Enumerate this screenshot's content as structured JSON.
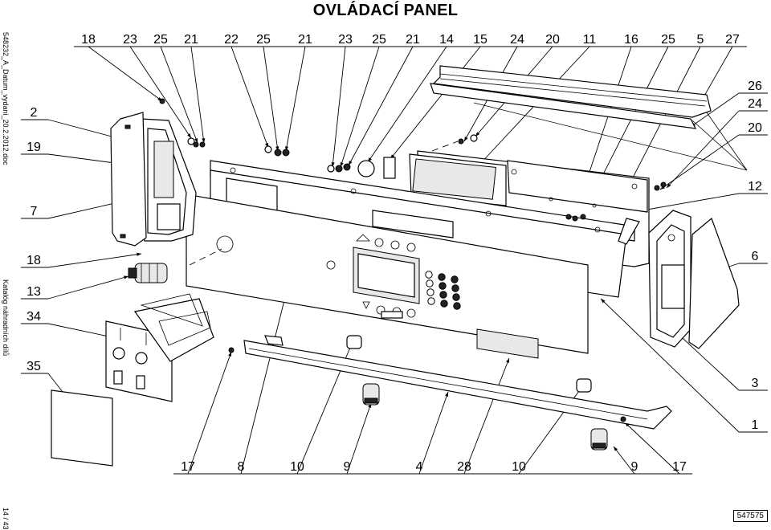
{
  "title": "OVLÁDACÍ PANEL",
  "side_top": "548232_A_Datum_vydani_20.2.2012.doc",
  "side_middle": "Katalóg náhradních dílů",
  "page_number": "14 / 43",
  "drawing_code": "547575",
  "callouts": {
    "top": [
      "18",
      "23",
      "25",
      "21",
      "22",
      "25",
      "21",
      "23",
      "25",
      "21",
      "14",
      "15",
      "24",
      "20",
      "11",
      "16",
      "25",
      "5",
      "27"
    ],
    "left": [
      "2",
      "19",
      "7",
      "18",
      "13",
      "34",
      "35"
    ],
    "right": [
      "26",
      "24",
      "20",
      "12",
      "6",
      "3",
      "1"
    ],
    "bottom": [
      "17",
      "8",
      "10",
      "9",
      "4",
      "28",
      "10",
      "9",
      "17"
    ]
  }
}
